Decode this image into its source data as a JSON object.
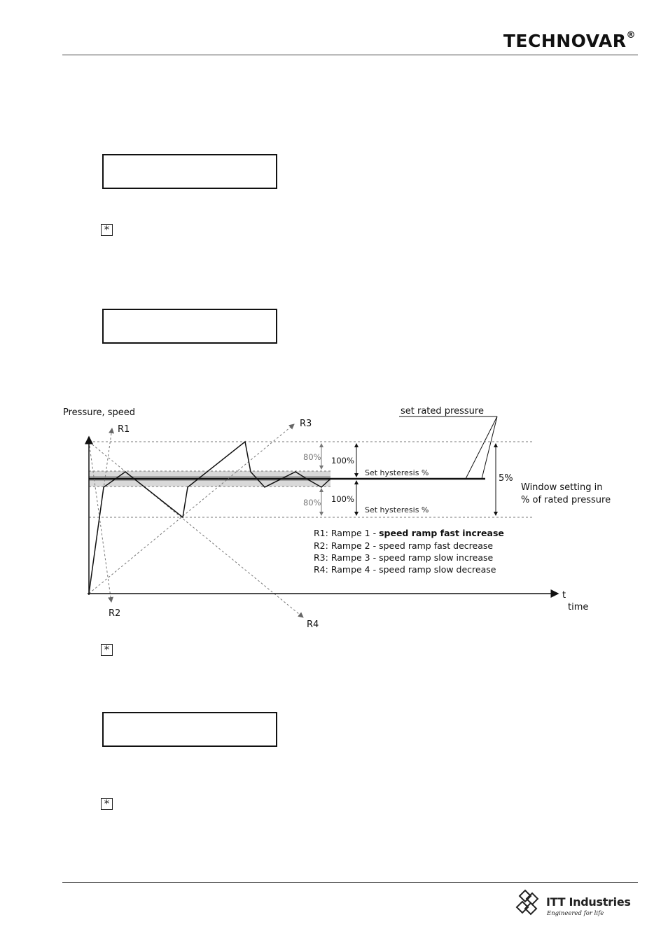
{
  "header": {
    "brand": "TECHNOVAR",
    "brand_mark": "®"
  },
  "notes": {
    "icon": "asterisk-box-icon",
    "glyph": "*"
  },
  "figure": {
    "y_axis_label": "Pressure, speed",
    "x_axis_letter": "t",
    "x_axis_label": "time",
    "set_rated_pressure": "set rated pressure",
    "five_percent": "5%",
    "window_line1": "Window setting in",
    "window_line2": "% of rated pressure",
    "upper_pct_80": "80%",
    "upper_pct_100": "100%",
    "lower_pct_80": "80%",
    "lower_pct_100": "100%",
    "hysteresis_upper": "Set hysteresis %",
    "hysteresis_lower": "Set hysteresis %",
    "ramp_labels": [
      "R1",
      "R2",
      "R3",
      "R4"
    ],
    "legend": [
      {
        "prefix": "R1: Rampe 1 - ",
        "desc": "speed ramp fast increase"
      },
      {
        "prefix": "R2: Rampe 2 - ",
        "desc": "speed ramp fast decrease"
      },
      {
        "prefix": "R3: Rampe 3 - ",
        "desc": "speed ramp slow increase"
      },
      {
        "prefix": "R4: Rampe 4 - ",
        "desc": "speed ramp slow decrease"
      }
    ]
  },
  "footer": {
    "company": "ITT Industries",
    "tagline": "Engineered for life"
  }
}
